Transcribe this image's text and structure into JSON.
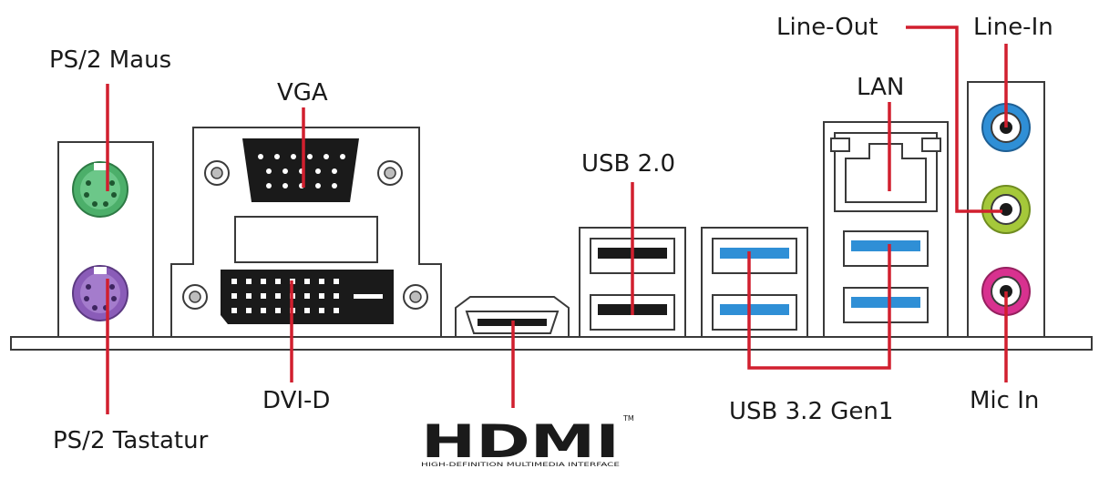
{
  "labels": {
    "ps2_mouse": "PS/2 Maus",
    "ps2_keyboard": "PS/2 Tastatur",
    "vga": "VGA",
    "dvi": "DVI-D",
    "usb2": "USB 2.0",
    "usb3": "USB 3.2 Gen1",
    "lan": "LAN",
    "line_out": "Line-Out",
    "line_in": "Line-In",
    "mic_in": "Mic In"
  },
  "hdmi_logo": {
    "wordmark": "HDMI",
    "trademark": "TM",
    "tagline": "HIGH-DEFINITION MULTIMEDIA INTERFACE"
  },
  "colors": {
    "leader": "#d11f2e",
    "ps2_mouse_port": "#4caf6a",
    "ps2_keyboard_port": "#8a5cb8",
    "usb3_port": "#2f8fd6",
    "line_in_jack": "#2f8fd6",
    "line_out_jack": "#a5c83a",
    "mic_in_jack": "#d8318f",
    "connector_dark": "#1a1a1a"
  }
}
